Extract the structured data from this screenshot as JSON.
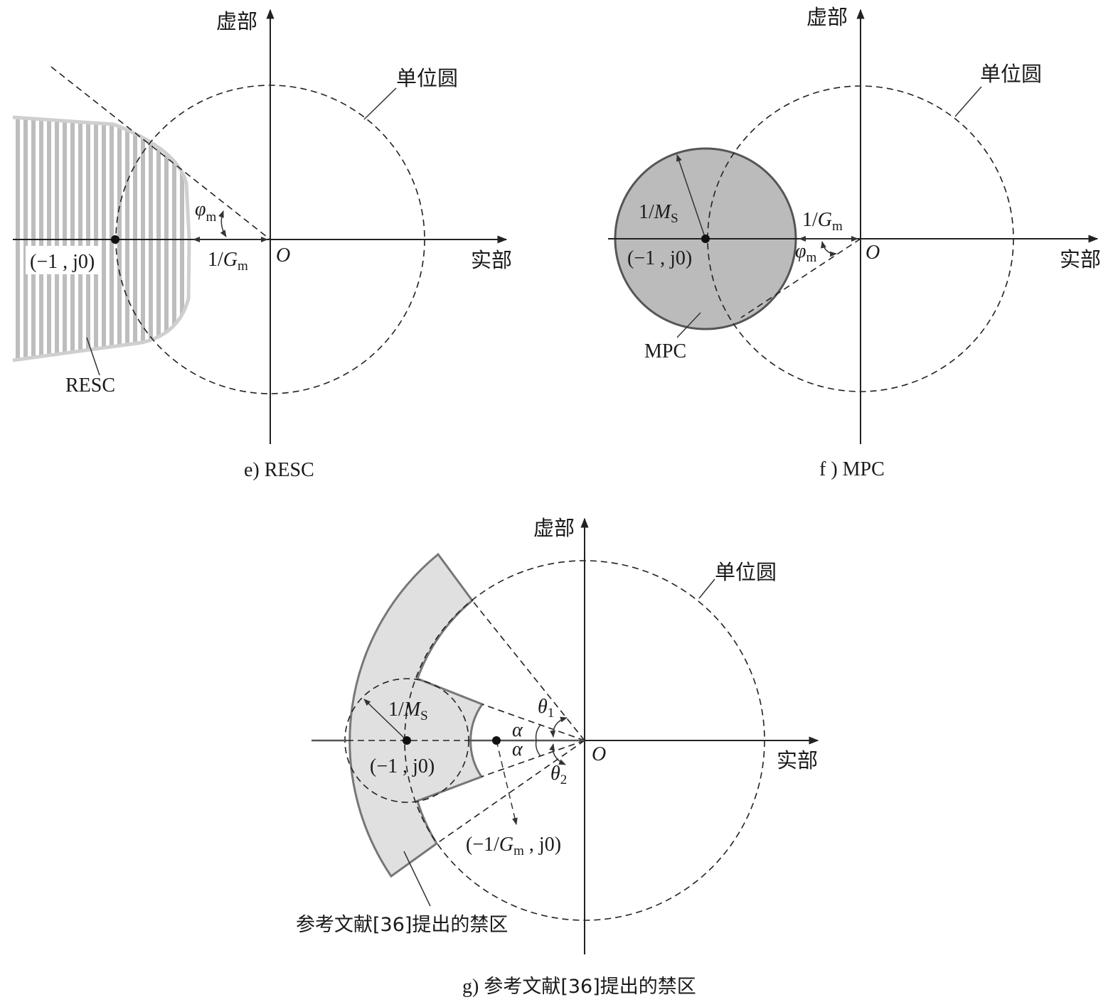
{
  "labels": {
    "imag_axis": "虚部",
    "real_axis": "实部",
    "unit_circle": "单位圆",
    "origin": "O",
    "critical_point": "(−1 , j0)",
    "one_over": "1/",
    "gm_var": "G",
    "gm_sub": "m",
    "ms_var": "M",
    "ms_sub": "S",
    "phi_var": "φ",
    "phi_sub": "m",
    "alpha": "α",
    "theta_var": "θ",
    "theta1_sub": "1",
    "theta2_sub": "2",
    "gm_point_prefix": "(−1/",
    "gm_point_suffix": " , j0)"
  },
  "panels": {
    "e": {
      "region_label": "RESC",
      "caption": "e) RESC"
    },
    "f": {
      "region_label": "MPC",
      "caption": "f ) MPC"
    },
    "g": {
      "region_label": "参考文献[36]提出的禁区",
      "caption_prefix": "g) ",
      "caption_text": "参考文献[36]提出的禁区"
    }
  },
  "colors": {
    "axis": "#222222",
    "hatch": "#bdbdbd",
    "mpc_fill": "#bbbbbb",
    "zone_fill": "#e0e0e0",
    "zone_stroke": "#777777"
  }
}
